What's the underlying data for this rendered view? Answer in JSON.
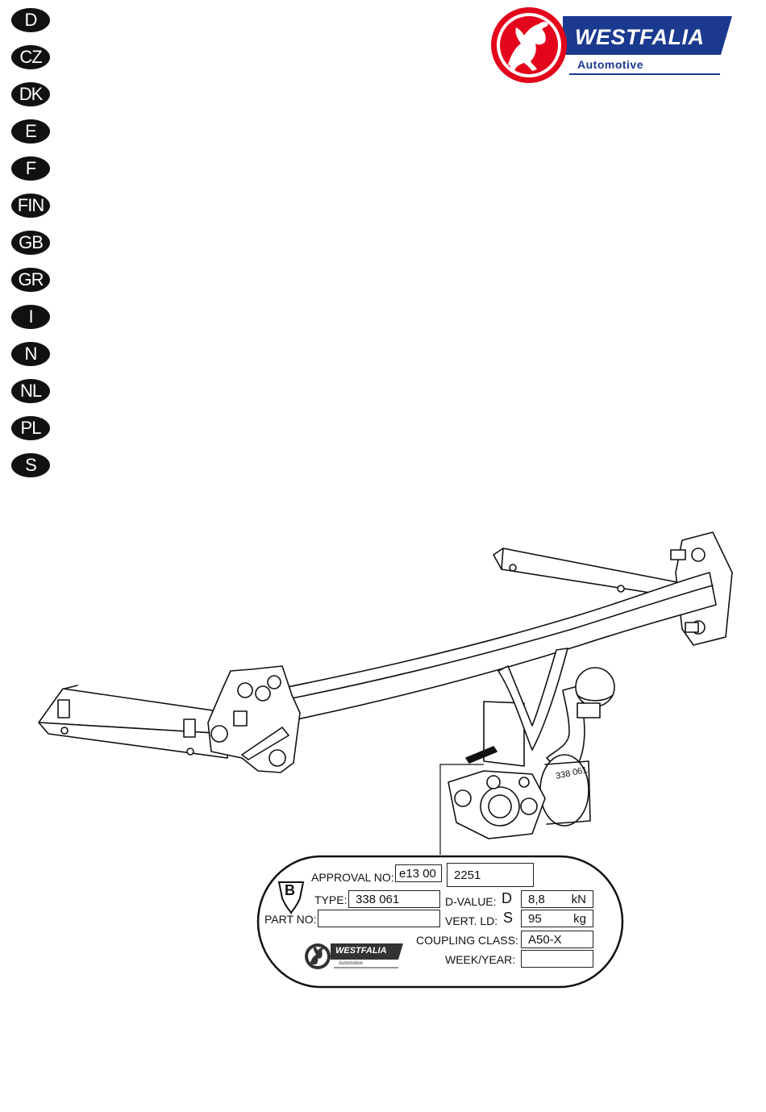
{
  "languages": [
    "D",
    "CZ",
    "DK",
    "E",
    "F",
    "FIN",
    "GB",
    "GR",
    "I",
    "N",
    "NL",
    "PL",
    "S"
  ],
  "brand": {
    "name": "WESTFALIA",
    "subtitle": "Automotive",
    "colors": {
      "red": "#e3051b",
      "blue": "#1b3a8f",
      "white": "#ffffff"
    }
  },
  "drawing": {
    "ball_label": "338 061"
  },
  "plate": {
    "approval_label": "APPROVAL NO:",
    "approval_prefix": "e13 00",
    "approval_number": "2251",
    "class_letter": "B",
    "type_label": "TYPE:",
    "type_value": "338 061",
    "d_value_label": "D-VALUE:",
    "d_symbol": "D",
    "d_value": "8,8",
    "d_unit": "kN",
    "part_no_label": "PART NO:",
    "part_no_value": "",
    "vert_ld_label": "VERT. LD:",
    "s_symbol": "S",
    "vert_ld_value": "95",
    "vert_ld_unit": "kg",
    "coupling_class_label": "COUPLING CLASS:",
    "coupling_class_value": "A50-X",
    "week_year_label": "WEEK/YEAR:",
    "week_year_value": "",
    "mini_brand_name": "WESTFALIA",
    "mini_brand_subtitle": "Automotive"
  }
}
